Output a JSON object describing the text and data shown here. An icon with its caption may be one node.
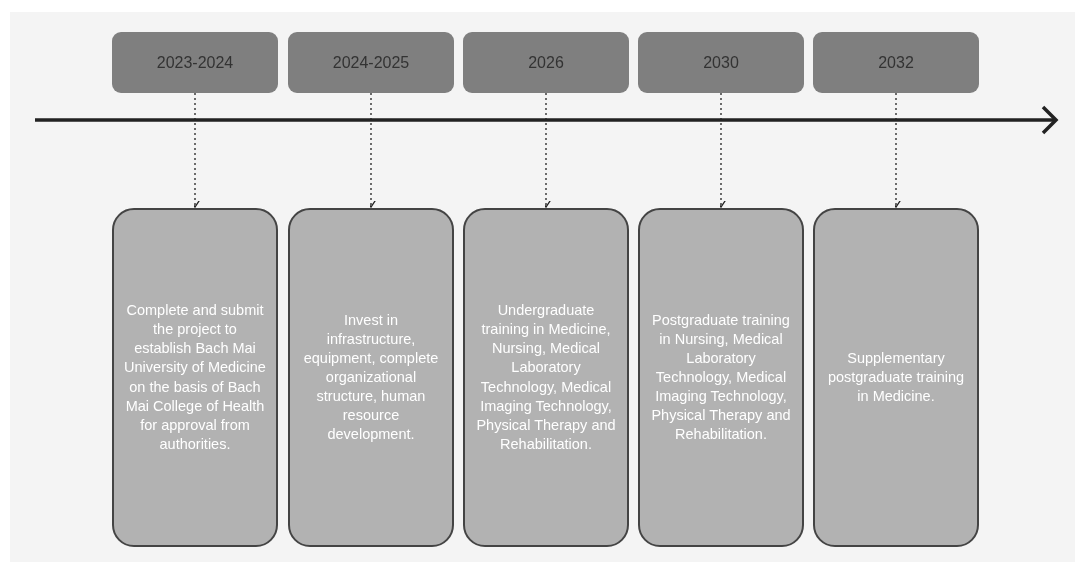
{
  "diagram": {
    "nodes": [
      {
        "text": [
          "2023-2024"
        ]
      },
      {
        "text": [
          "2024-2025"
        ]
      },
      {
        "text": [
          "2026"
        ]
      },
      {
        "text": [
          "2030"
        ]
      },
      {
        "text": [
          "2032"
        ]
      },
      {
        "text": [
          "Complete and submit the project to establish Bach Mai University of Medicine on the basis of Bach Mai College of Health for approval from authorities."
        ]
      },
      {
        "text": [
          "Invest in infrastructure, equipment, complete organizational structure, human resource development."
        ]
      },
      {
        "text": [
          "Undergraduate training in Medicine, Nursing, Medical Laboratory Technology, Medical Imaging Technology, Physical Therapy and Rehabilitation."
        ]
      },
      {
        "text": [
          "Postgraduate training in Nursing, Medical Laboratory Technology, Medical Imaging Technology, Physical Therapy and Rehabilitation."
        ]
      },
      {
        "text": [
          "Supplementary postgraduate training in Medicine."
        ]
      }
    ],
    "edges": [
      {
        "from": 0,
        "to": 5,
        "arrow": "to",
        "style": "dashed"
      },
      {
        "from": 1,
        "to": 6,
        "arrow": "to",
        "style": "dashed"
      },
      {
        "from": 2,
        "to": 7,
        "arrow": "to",
        "style": "dashed"
      },
      {
        "from": 3,
        "to": 8,
        "arrow": "to",
        "style": "dashed"
      },
      {
        "from": 4,
        "to": 9,
        "arrow": "to",
        "style": "dashed"
      }
    ]
  }
}
